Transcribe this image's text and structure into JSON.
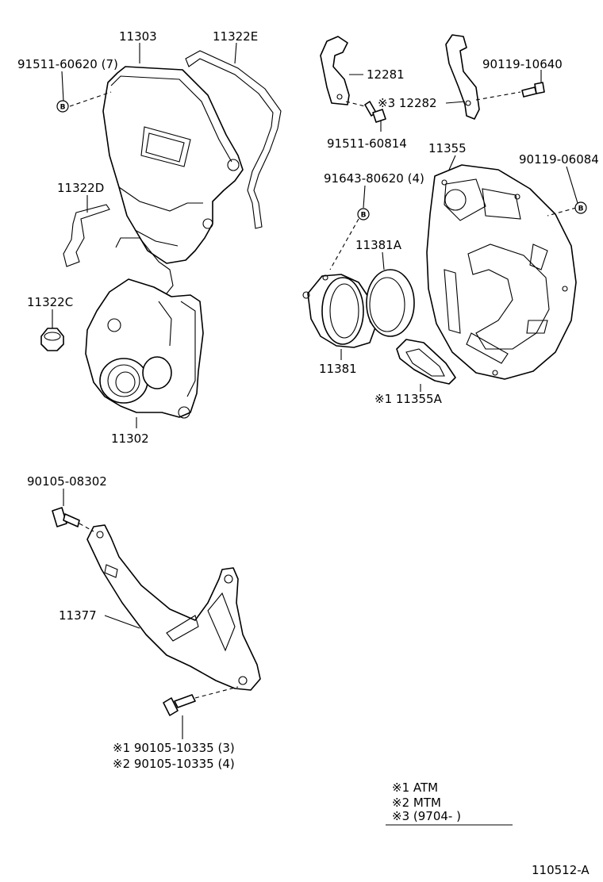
{
  "diagram_code": "110512-A",
  "legend": {
    "note1": "※1  ATM",
    "note2": "※2  MTM",
    "note3": "※3  (9704-         )"
  },
  "labels": {
    "p11303": "11303",
    "p11322E": "11322E",
    "p91511_60620": "91511-60620 (7)",
    "p11322D": "11322D",
    "p11322C": "11322C",
    "p11302": "11302",
    "p12281": "12281",
    "p12282": "※3  12282",
    "p90119_10640": "90119-10640",
    "p91511_60814": "91511-60814",
    "p11355": "11355",
    "p90119_06084": "90119-06084",
    "p91643_80620": "91643-80620 (4)",
    "p11381A": "11381A",
    "p11381": "11381",
    "p11355A": "※1 11355A",
    "p90105_08302": "90105-08302",
    "p11377": "11377",
    "p90105_10335_1": "※1  90105-10335 (3)",
    "p90105_10335_2": "※2  90105-10335 (4)"
  },
  "badge_letter": "B"
}
